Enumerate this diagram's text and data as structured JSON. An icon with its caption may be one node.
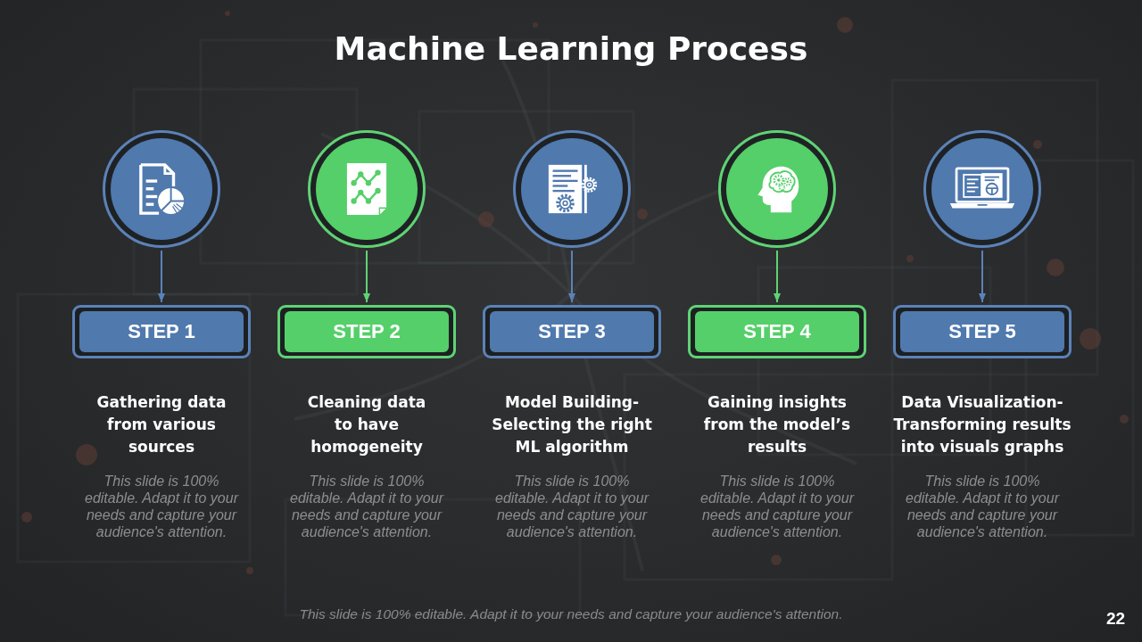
{
  "diagram": {
    "title": "Machine Learning Process",
    "nodes": [
      {
        "text": [],
        "shape": "circle"
      },
      {
        "text": [],
        "shape": "circle"
      },
      {
        "text": [],
        "shape": "circle"
      },
      {
        "text": [],
        "shape": "circle"
      },
      {
        "text": [],
        "shape": "circle"
      },
      {
        "text": [
          "STEP 1"
        ],
        "beside": [
          "Gathering data from various sources",
          "This slide is 100% editable. Adapt it to your needs and capture your audience's attention."
        ]
      },
      {
        "text": [
          "STEP 2"
        ],
        "beside": [
          "Cleaning data to have homogeneity",
          "This slide is 100% editable. Adapt it to your needs and capture your audience's attention."
        ]
      },
      {
        "text": [
          "STEP 3"
        ],
        "beside": [
          "Model Building- Selecting the right ML algorithm",
          "This slide is 100% editable. Adapt it to your needs and capture your audience's attention."
        ]
      },
      {
        "text": [
          "STEP 4"
        ],
        "beside": [
          "Gaining insights from the model’s results",
          "This slide is 100% editable. Adapt it to your needs and capture your audience's attention."
        ]
      },
      {
        "text": [
          "STEP 5"
        ],
        "beside": [
          "Data Visualization- Transforming results into visuals graphs",
          "This slide is 100% editable. Adapt it to your needs and capture your audience's attention."
        ]
      }
    ],
    "edges": [
      {
        "from": 0,
        "to": 5,
        "arrow": "to"
      },
      {
        "from": 1,
        "to": 6,
        "arrow": "to",
        "color": "#5fd374"
      },
      {
        "from": 2,
        "to": 7,
        "arrow": "to"
      },
      {
        "from": 3,
        "to": 8,
        "arrow": "to",
        "color": "#5fd374"
      },
      {
        "from": 4,
        "to": 9,
        "arrow": "to"
      }
    ],
    "labels": [
      "This slide is 100% editable. Adapt it to your needs and capture your audience's attention.",
      "22"
    ]
  }
}
